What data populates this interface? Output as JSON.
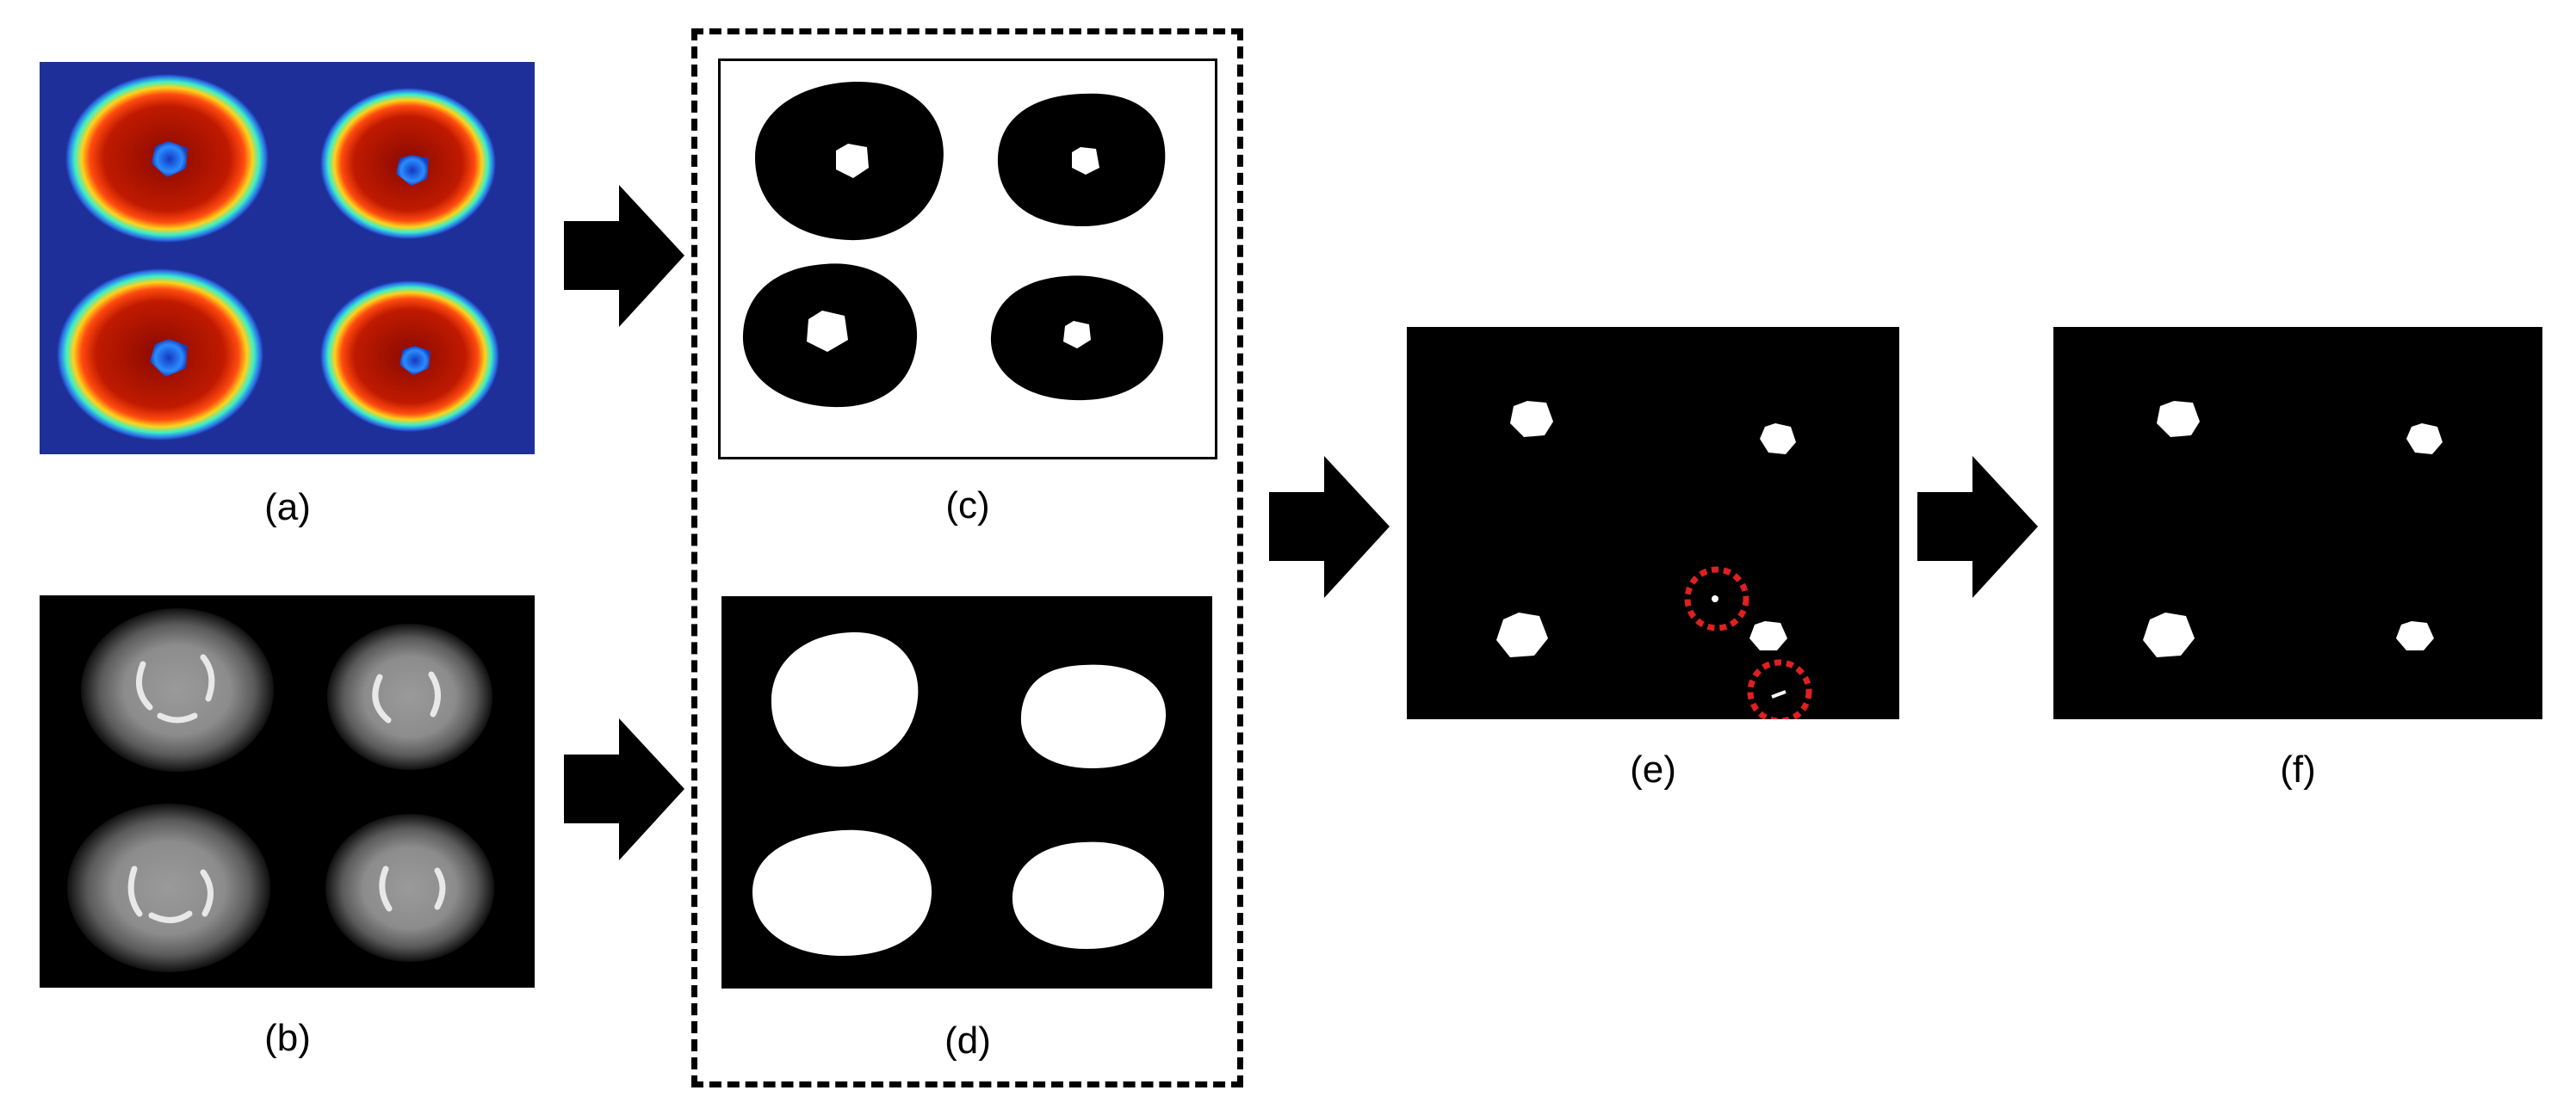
{
  "figure": {
    "captions": {
      "a": "(a)",
      "b": "(b)",
      "c": "(c)",
      "d": "(d)",
      "e": "(e)",
      "f": "(f)"
    },
    "colors": {
      "heatmap_background": "#1f2f9a",
      "heatmap_core": "#a80d00",
      "black": "#000000",
      "white": "#ffffff",
      "highlight_circle": "#e02020"
    },
    "icons": [
      "right-arrow-icon"
    ]
  }
}
